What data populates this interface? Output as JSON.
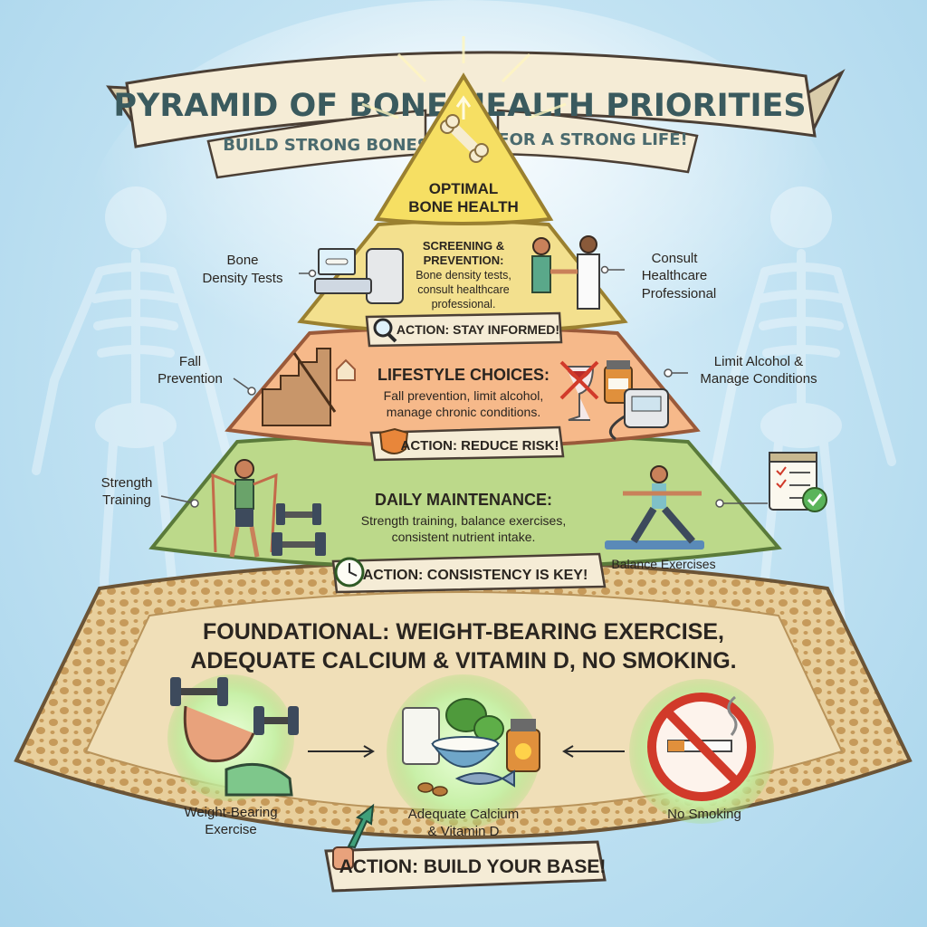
{
  "banner": {
    "title": "PYRAMID OF BONE HEALTH PRIORITIES",
    "subtitle_left": "BUILD STRONG BONES",
    "subtitle_right": "FOR A STRONG LIFE!"
  },
  "tiers": {
    "top": {
      "line1": "OPTIMAL",
      "line2": "BONE HEALTH"
    },
    "screening": {
      "title1": "SCREENING &",
      "title2": "PREVENTION:",
      "body1": "Bone density tests,",
      "body2": "consult healthcare",
      "body3": "professional.",
      "action": "ACTION: STAY INFORMED!",
      "left_label1": "Bone",
      "left_label2": "Density Tests",
      "right_label1": "Consult",
      "right_label2": "Healthcare",
      "right_label3": "Professional"
    },
    "lifestyle": {
      "title": "LIFESTYLE CHOICES:",
      "body1": "Fall prevention, limit alcohol,",
      "body2": "manage chronic conditions.",
      "action": "ACTION: REDUCE RISK!",
      "left_label1": "Fall",
      "left_label2": "Prevention",
      "right_label1": "Limit Alcohol &",
      "right_label2": "Manage Conditions"
    },
    "daily": {
      "title": "DAILY MAINTENANCE:",
      "body1": "Strength training, balance exercises,",
      "body2": "consistent nutrient intake.",
      "action": "ACTION: CONSISTENCY IS KEY!",
      "left_label1": "Strength",
      "left_label2": "Training",
      "right_label": "Balance Exercises"
    },
    "foundation": {
      "title1": "FOUNDATIONAL: WEIGHT-BEARING EXERCISE,",
      "title2": "ADEQUATE CALCIUM & VITAMIN D, NO SMOKING.",
      "item1_line1": "Weight-Bearing",
      "item1_line2": "Exercise",
      "item2_line1": "Adequate Calcium",
      "item2_line2": "& Vitamin D",
      "item3": "No Smoking",
      "action": "ACTION: BUILD YOUR BASE!"
    }
  },
  "colors": {
    "top": "#f6df63",
    "screening": "#f3e08e",
    "lifestyle": "#f6b98a",
    "daily": "#bcd98a",
    "foundation": "#f0dfb8",
    "banner": "#f5ecd6"
  }
}
